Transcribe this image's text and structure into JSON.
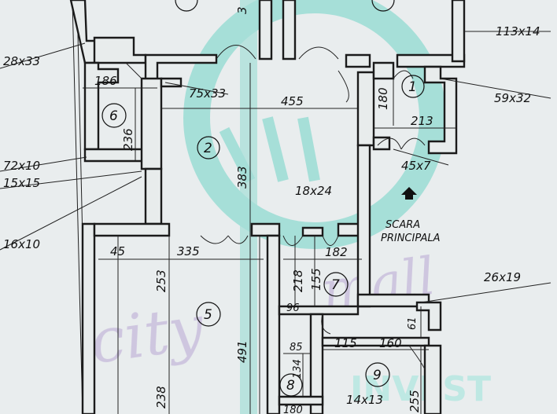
{
  "plan": {
    "rooms": [
      {
        "id": "1",
        "label": "1"
      },
      {
        "id": "2",
        "label": "2"
      },
      {
        "id": "5",
        "label": "5"
      },
      {
        "id": "6",
        "label": "6"
      },
      {
        "id": "7",
        "label": "7"
      },
      {
        "id": "8",
        "label": "8"
      },
      {
        "id": "9",
        "label": "9"
      }
    ],
    "stair_text": [
      "SCARA",
      "PRINCIPALA"
    ],
    "callouts": {
      "c113x14": "113x14",
      "c28x33": "28x33",
      "c59x32": "59x32",
      "c75x33": "75x33",
      "c45x7": "45x7",
      "c72x10": "72x10",
      "c15x15": "15x15",
      "c16x10": "16x10",
      "c18x24": "18x24",
      "c26x19": "26x19",
      "c14x13": "14x13"
    },
    "dimensions": {
      "d186": "186",
      "d455": "455",
      "d180": "180",
      "d213": "213",
      "d236": "236",
      "d383": "383",
      "d45": "45",
      "d335": "335",
      "d182": "182",
      "d253": "253",
      "d218": "218",
      "d155": "155",
      "d96": "96",
      "d85": "85",
      "d134": "134",
      "d115": "115",
      "d160": "160",
      "d61": "61",
      "d491": "491",
      "d238": "238",
      "d255": "255",
      "d180b": "180",
      "d3x": "3"
    },
    "watermark_text": [
      "city",
      "mall",
      "INVEST"
    ]
  },
  "colors": {
    "paper": "#e9edee",
    "ink": "#1b1b1b",
    "watermark_teal": "#6fd3c6",
    "watermark_purple": "#b9a6d4"
  }
}
